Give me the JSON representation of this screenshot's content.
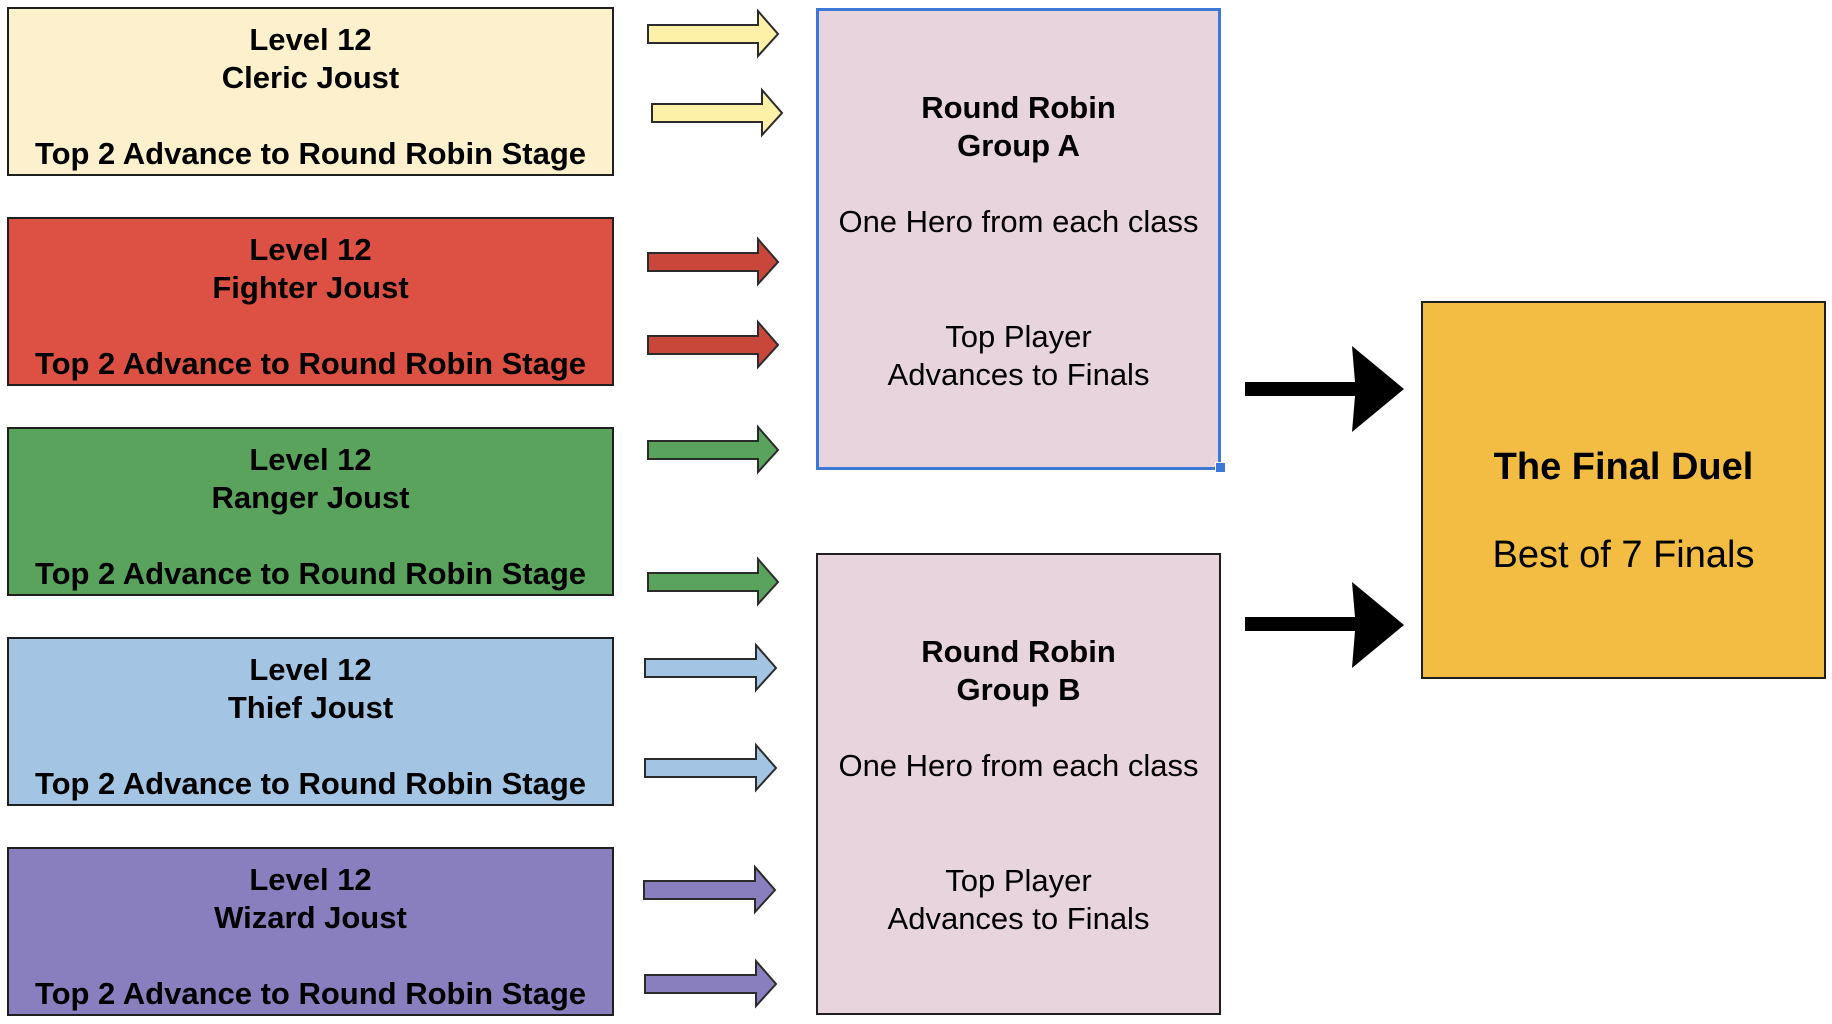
{
  "jousts": [
    {
      "level": "Level 12",
      "name": "Cleric Joust",
      "advance": "Top 2 Advance to Round Robin Stage",
      "color": "#fdf1cd"
    },
    {
      "level": "Level 12",
      "name": "Fighter Joust",
      "advance": "Top 2 Advance to Round Robin Stage",
      "color": "#dc5143"
    },
    {
      "level": "Level 12",
      "name": "Ranger Joust",
      "advance": "Top 2 Advance to Round Robin Stage",
      "color": "#5aa35c"
    },
    {
      "level": "Level 12",
      "name": "Thief Joust",
      "advance": "Top 2 Advance to Round Robin Stage",
      "color": "#a4c4e4"
    },
    {
      "level": "Level 12",
      "name": "Wizard Joust",
      "advance": "Top 2 Advance to Round Robin Stage",
      "color": "#8a7fbe"
    }
  ],
  "groups": [
    {
      "line1": "Round Robin",
      "line2": "Group A",
      "desc": "One Hero from each class",
      "result1": "Top Player",
      "result2": "Advances to Finals"
    },
    {
      "line1": "Round Robin",
      "line2": "Group B",
      "desc": "One Hero from each class",
      "result1": "Top Player",
      "result2": "Advances to Finals"
    }
  ],
  "final": {
    "title": "The Final Duel",
    "subtitle": "Best of 7 Finals"
  },
  "colors": {
    "group_fill": "#e7d4dc",
    "final_fill": "#f2bd42",
    "selection": "#3b78d8",
    "big_arrow": "#000000"
  }
}
